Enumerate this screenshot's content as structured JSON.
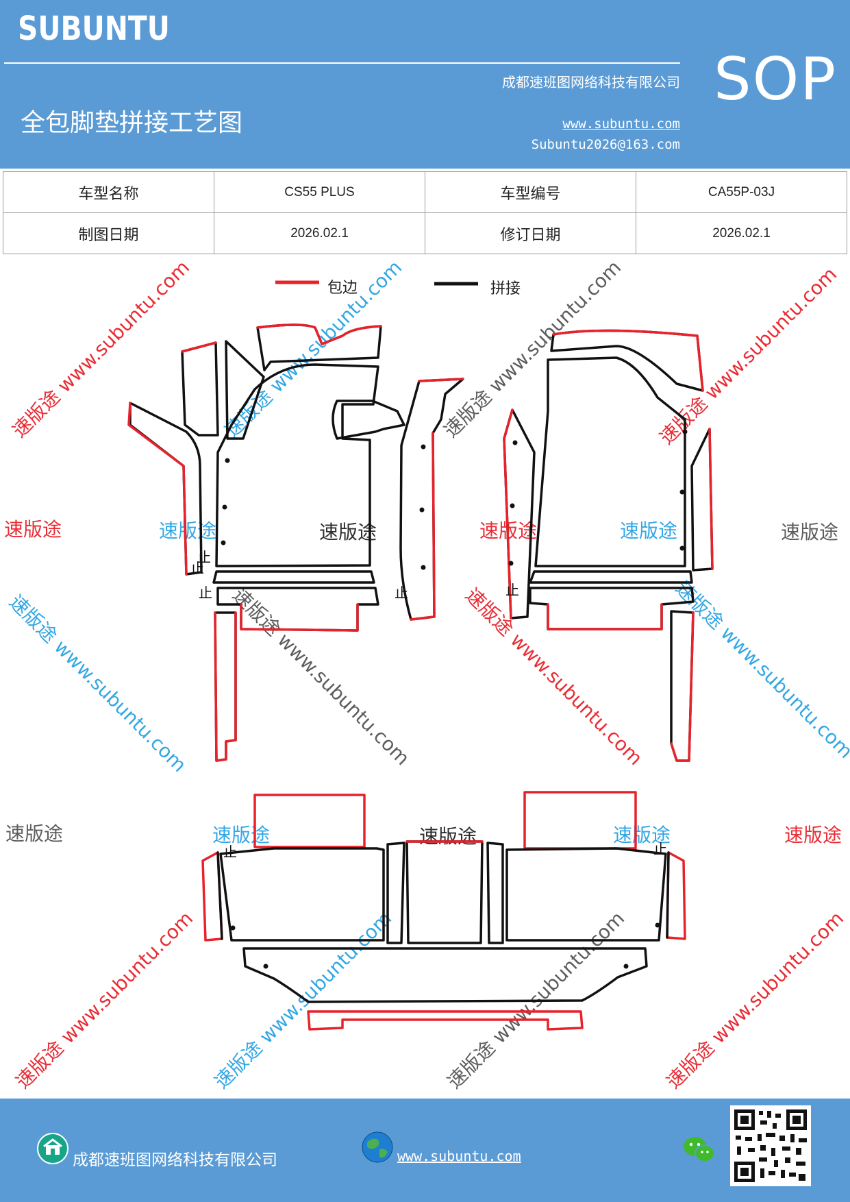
{
  "header": {
    "brand": "SUBUNTU",
    "company": "成都速班图网络科技有限公司",
    "title": "全包脚垫拼接工艺图",
    "website": "www.subuntu.com",
    "email": "Subuntu2026@163.com",
    "doc_type": "SOP"
  },
  "info": {
    "model_name_label": "车型名称",
    "model_name": "CS55 PLUS",
    "model_code_label": "车型编号",
    "model_code": "CA55P-03J",
    "draw_date_label": "制图日期",
    "draw_date": "2026.02.1",
    "revise_date_label": "修订日期",
    "revise_date": "2026.02.1"
  },
  "legend": {
    "edge_label": "包边",
    "edge_color": "#e8222b",
    "join_label": "拼接",
    "join_color": "#111111"
  },
  "marks": {
    "stop": "止"
  },
  "watermark": {
    "brand": "速版途",
    "diag": "速版途 www.subuntu.com",
    "colors": [
      "#e8222b",
      "#29a3e3",
      "#555555"
    ]
  },
  "footer": {
    "company": "成都速班图网络科技有限公司",
    "website": "www.subuntu.com",
    "home_icon": "home-icon",
    "globe_icon": "globe-icon",
    "wechat_icon": "wechat-icon",
    "qr_icon": "qr-code"
  }
}
